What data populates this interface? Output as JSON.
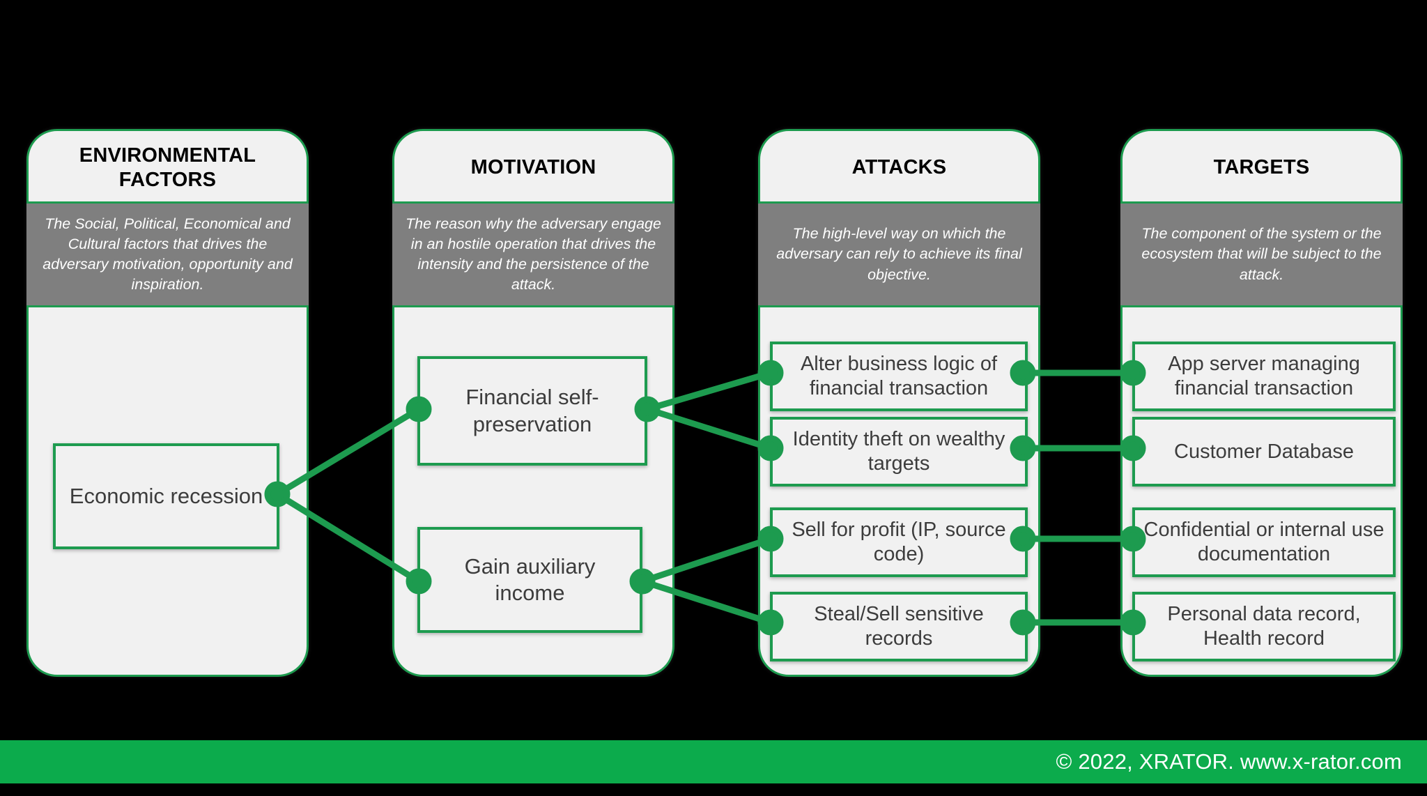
{
  "theme": {
    "background": "#000000",
    "panel_bg": "#f1f1f1",
    "accent_green": "#1d9b4f",
    "footer_green": "#0cab4c",
    "desc_bg": "#7f7f7f",
    "node_text": "#3c3c3c"
  },
  "columns": [
    {
      "id": "environmental-factors",
      "title": "ENVIRONMENTAL FACTORS",
      "description": "The Social, Political, Economical and Cultural factors that drives the adversary motivation, opportunity and inspiration.",
      "nodes": [
        {
          "id": "economic-recession",
          "label": "Economic recession"
        }
      ]
    },
    {
      "id": "motivation",
      "title": "MOTIVATION",
      "description": "The reason why the adversary engage in an hostile operation that drives the intensity and the persistence of the attack.",
      "nodes": [
        {
          "id": "financial-self-preservation",
          "label": "Financial self-preservation"
        },
        {
          "id": "gain-auxiliary-income",
          "label": "Gain auxiliary income"
        }
      ]
    },
    {
      "id": "attacks",
      "title": "ATTACKS",
      "description": "The high-level way on which the adversary can rely to achieve its final objective.",
      "nodes": [
        {
          "id": "alter-business-logic",
          "label": "Alter business logic of financial transaction"
        },
        {
          "id": "identity-theft",
          "label": "Identity theft on wealthy targets"
        },
        {
          "id": "sell-for-profit",
          "label": "Sell for profit (IP, source code)"
        },
        {
          "id": "steal-sell-records",
          "label": "Steal/Sell sensitive records"
        }
      ]
    },
    {
      "id": "targets",
      "title": "TARGETS",
      "description": "The component of the system or the ecosystem that will be subject to the attack.",
      "nodes": [
        {
          "id": "app-server",
          "label": "App server managing financial transaction"
        },
        {
          "id": "customer-database",
          "label": "Customer Database"
        },
        {
          "id": "confidential-docs",
          "label": "Confidential or internal use documentation"
        },
        {
          "id": "personal-health-record",
          "label": "Personal data record, Health record"
        }
      ]
    }
  ],
  "footer": {
    "copyright": "© 2022, XRATOR. www.x-rator.com"
  }
}
